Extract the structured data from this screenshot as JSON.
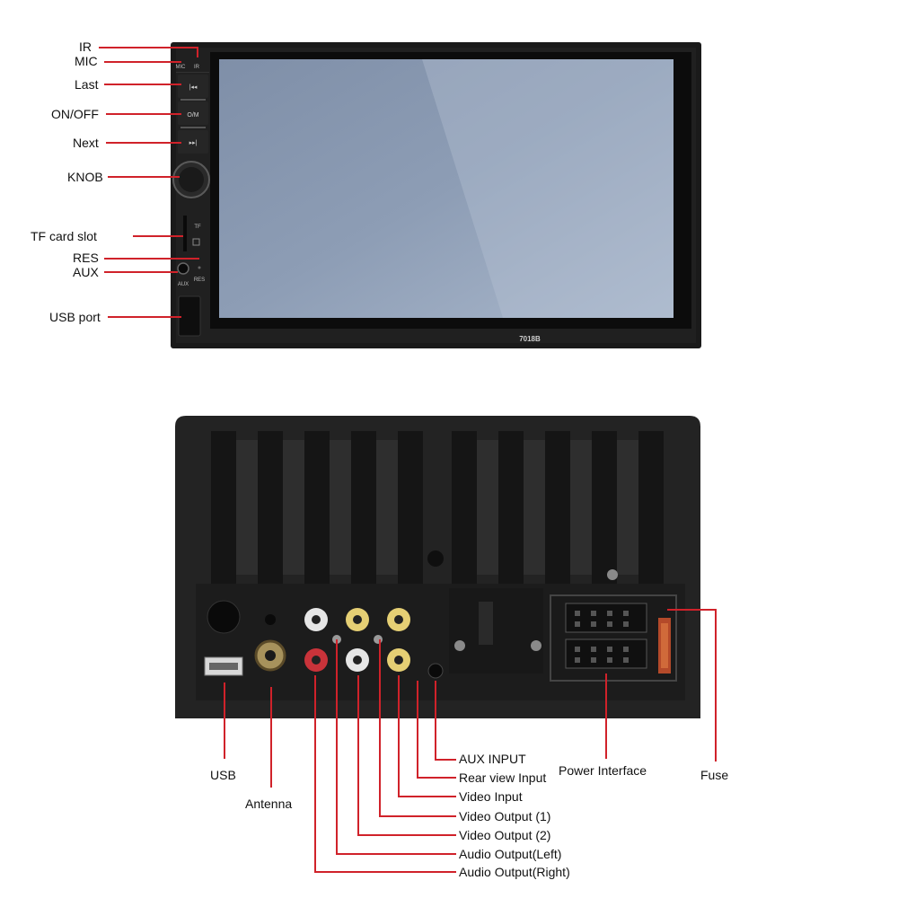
{
  "front_panel": {
    "model": "7018B",
    "button_texts": {
      "mic": "MIC",
      "ir": "IR",
      "on_m": "O/M",
      "tf": "TF",
      "aux": "AUX",
      "res": "RES"
    },
    "labels": {
      "ir": "IR",
      "mic": "MIC",
      "last": "Last",
      "onoff": "ON/OFF",
      "next": "Next",
      "knob": "KNOB",
      "tf": "TF card slot",
      "res": "RES",
      "aux": "AUX",
      "usb": "USB port"
    }
  },
  "rear_panel": {
    "labels": {
      "usb": "USB",
      "antenna": "Antenna",
      "aux_input": "AUX INPUT",
      "rear_view": "Rear view Input",
      "video_input": "Video Input",
      "video_out1": "Video Output (1)",
      "video_out2": "Video Output (2)",
      "audio_left": "Audio Output(Left)",
      "audio_right": "Audio Output(Right)",
      "power": "Power Interface",
      "fuse": "Fuse"
    }
  },
  "colors": {
    "leader": "#d0222a",
    "unit_body": "#1f1f1f",
    "screen": "#8fa0b8"
  }
}
